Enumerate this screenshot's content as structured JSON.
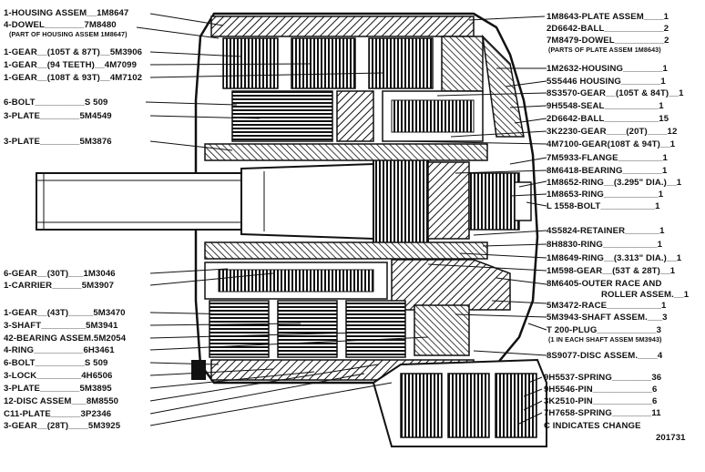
{
  "left_labels": [
    "1-HOUSING ASSEM__1M8647",
    "4-DOWEL________7M8480",
    "(PART OF HOUSING ASSEM 1M8647)",
    "1-GEAR__(105T & 87T)__5M3906",
    "1-GEAR__(94 TEETH)__4M7099",
    "1-GEAR__(108T & 93T)__4M7102",
    "6-BOLT__________S 509",
    "3-PLATE________5M4549",
    "3-PLATE________5M3876",
    "6-GEAR__(30T)___1M3046",
    "1-CARRIER______5M3907",
    "1-GEAR__(43T)_____5M3470",
    "3-SHAFT_________5M3941",
    "42-BEARING ASSEM.5M2054",
    "4-RING__________6H3461",
    "6-BOLT__________S 509",
    "3-LOCK_________4H6506",
    "3-PLATE________5M3895",
    "12-DISC ASSEM___8M8550",
    "C11-PLATE______3P2346",
    "3-GEAR__(28T)____5M3925"
  ],
  "right_labels": [
    "1M8643-PLATE ASSEM____1",
    "2D6642-BALL____________2",
    "7M8479-DOWEL__________2",
    "(PARTS OF PLATE ASSEM 1M8643)",
    "1M2632-HOUSING________1",
    "5S5446 HOUSING________1",
    "8S3570-GEAR__(105T & 84T)__1",
    "9H5548-SEAL___________1",
    "2D6642-BALL___________15",
    "3K2230-GEAR____(20T)____12",
    "4M7100-GEAR(108T & 94T)__1",
    "7M5933-FLANGE_________1",
    "8M6418-BEARING________1",
    "1M8652-RING__(3.295\" DIA.)__1",
    "1M8653-RING___________1",
    "L 1558-BOLT___________1",
    "4S5824-RETAINER_______1",
    "8H8830-RING___________1",
    "1M8649-RING__(3.313\" DIA.)__1",
    "1M598-GEAR__(53T & 28T)__1",
    "8M6405-OUTER RACE AND",
    "ROLLER ASSEM.__1",
    "5M3472-RACE___________1",
    "5M3943-SHAFT ASSEM.___3",
    "T 200-PLUG____________3",
    "(1 IN EACH SHAFT ASSEM 5M3943)",
    "8S9077-DISC ASSEM.____4",
    "9H5537-SPRING________36",
    "9H5546-PIN____________6",
    "3K2510-PIN____________6",
    "7H7658-SPRING________11",
    "C INDICATES CHANGE"
  ],
  "figure_number": "201731"
}
